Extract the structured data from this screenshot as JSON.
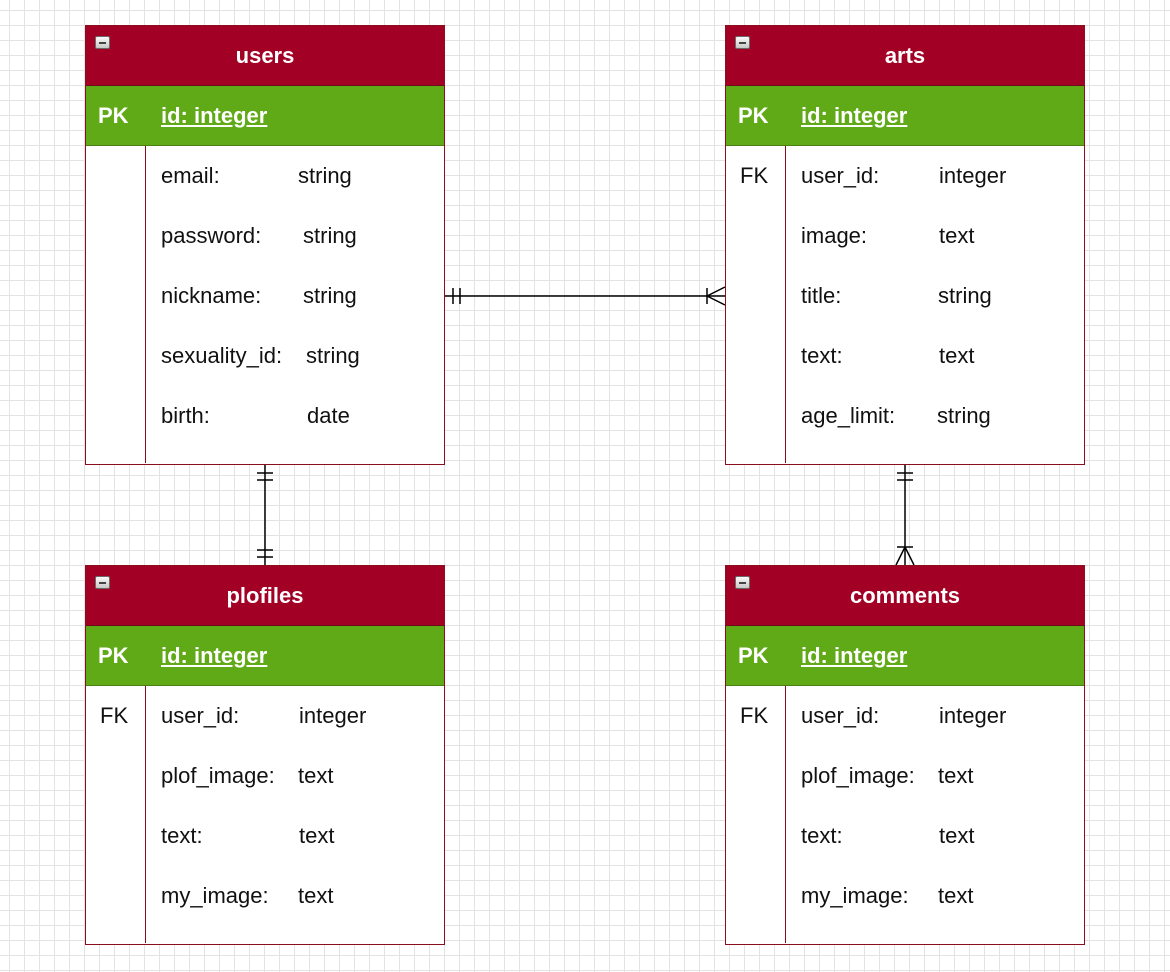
{
  "entities": {
    "users": {
      "title": "users",
      "pk_key": "PK",
      "pk_field": "id: integer",
      "rows": [
        {
          "key": "",
          "name": "email:",
          "type": "string"
        },
        {
          "key": "",
          "name": "password:",
          "type": "string"
        },
        {
          "key": "",
          "name": "nickname:",
          "type": "string"
        },
        {
          "key": "",
          "name": "sexuality_id:",
          "type": "string"
        },
        {
          "key": "",
          "name": "birth:",
          "type": "date"
        }
      ]
    },
    "arts": {
      "title": "arts",
      "pk_key": "PK",
      "pk_field": "id: integer",
      "rows": [
        {
          "key": "FK",
          "name": "user_id:",
          "type": "integer"
        },
        {
          "key": "",
          "name": "image:",
          "type": "text"
        },
        {
          "key": "",
          "name": "title:",
          "type": "string"
        },
        {
          "key": "",
          "name": "text:",
          "type": "text"
        },
        {
          "key": "",
          "name": "age_limit:",
          "type": "string"
        }
      ]
    },
    "plofiles": {
      "title": "plofiles",
      "pk_key": "PK",
      "pk_field": "id: integer",
      "rows": [
        {
          "key": "FK",
          "name": "user_id:",
          "type": "integer"
        },
        {
          "key": "",
          "name": "plof_image:",
          "type": "text"
        },
        {
          "key": "",
          "name": "text:",
          "type": "text"
        },
        {
          "key": "",
          "name": "my_image:",
          "type": "text"
        }
      ]
    },
    "comments": {
      "title": "comments",
      "pk_key": "PK",
      "pk_field": "id: integer",
      "rows": [
        {
          "key": "FK",
          "name": "user_id:",
          "type": "integer"
        },
        {
          "key": "",
          "name": "plof_image:",
          "type": "text"
        },
        {
          "key": "",
          "name": "text:",
          "type": "text"
        },
        {
          "key": "",
          "name": "my_image:",
          "type": "text"
        }
      ]
    }
  },
  "relations": [
    {
      "from": "users",
      "to": "arts",
      "from_end": "one-mandatory",
      "to_end": "many"
    },
    {
      "from": "users",
      "to": "plofiles",
      "from_end": "one-mandatory",
      "to_end": "one-mandatory"
    },
    {
      "from": "arts",
      "to": "comments",
      "from_end": "one-mandatory",
      "to_end": "many"
    }
  ],
  "icons": {
    "collapse": "collapse-minus-icon"
  },
  "colors": {
    "header": "#a20025",
    "primary_key_row": "#60a917",
    "border": "#8b0e1e",
    "connector": "#000000"
  }
}
